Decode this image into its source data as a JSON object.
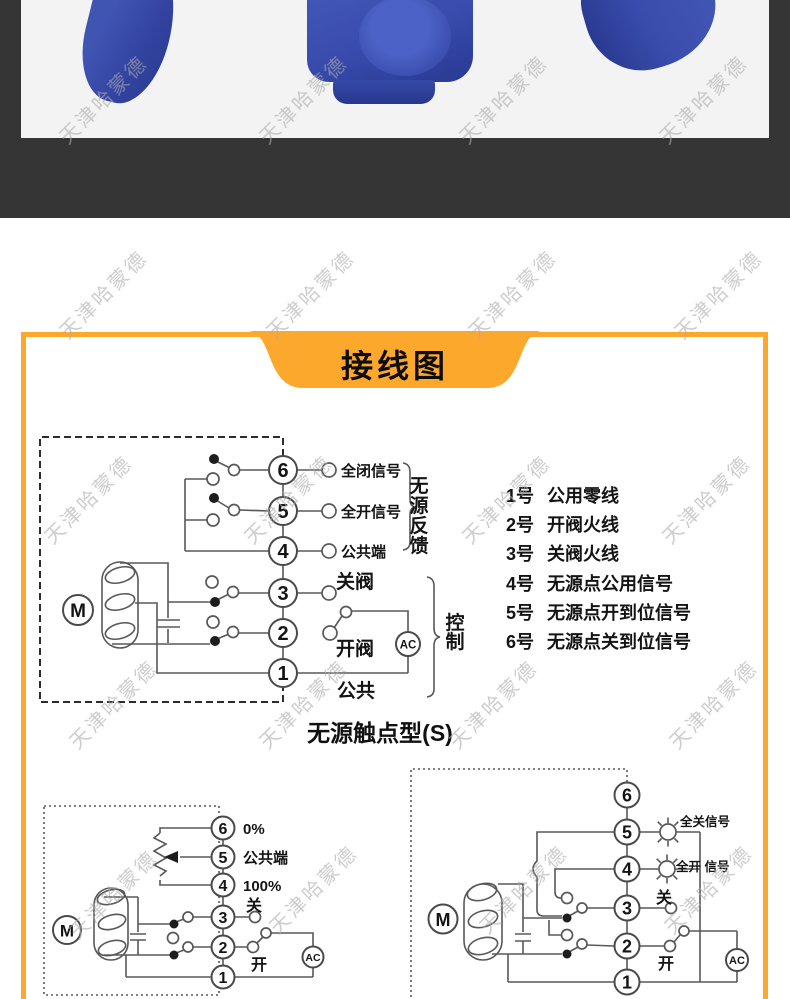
{
  "watermark_text": "天津哈蒙德",
  "banner": {
    "title": "接线图"
  },
  "colors": {
    "accent_orange": "#FBA82C",
    "band_dark": "#353535",
    "photo_bg": "#f3f3f4",
    "part_blue": "#3a4dae"
  },
  "wiring_legend": [
    {
      "num": "1号",
      "label": "公用零线"
    },
    {
      "num": "2号",
      "label": "开阀火线"
    },
    {
      "num": "3号",
      "label": "关阀火线"
    },
    {
      "num": "4号",
      "label": "无源点公用信号"
    },
    {
      "num": "5号",
      "label": "无源点开到位信号"
    },
    {
      "num": "6号",
      "label": "无源点关到位信号"
    }
  ],
  "main_diagram": {
    "caption": "无源触点型(S)",
    "motor": "M",
    "ac": "AC",
    "terminals": {
      "t1": "1",
      "t2": "2",
      "t3": "3",
      "t4": "4",
      "t5": "5",
      "t6": "6"
    },
    "labels": {
      "t6": "全闭信号",
      "t5": "全开信号",
      "t4": "公共端",
      "t3": "关阀",
      "t2": "开阀",
      "t1": "公共"
    },
    "groups": {
      "feedback": "无源反馈",
      "control": "控制"
    }
  },
  "pot_diagram": {
    "motor": "M",
    "ac": "AC",
    "terminals": {
      "t1": "1",
      "t2": "2",
      "t3": "3",
      "t4": "4",
      "t5": "5",
      "t6": "6"
    },
    "labels": {
      "t6": "0%",
      "t5": "公共端",
      "t4": "100%",
      "t3": "关",
      "t2": "开"
    }
  },
  "lamp_diagram": {
    "motor": "M",
    "ac": "AC",
    "terminals": {
      "t1": "1",
      "t2": "2",
      "t3": "3",
      "t4": "4",
      "t5": "5",
      "t6": "6"
    },
    "labels": {
      "t5": "全关信号",
      "t4": "全开 信号",
      "t3": "关",
      "t2": "开"
    }
  }
}
